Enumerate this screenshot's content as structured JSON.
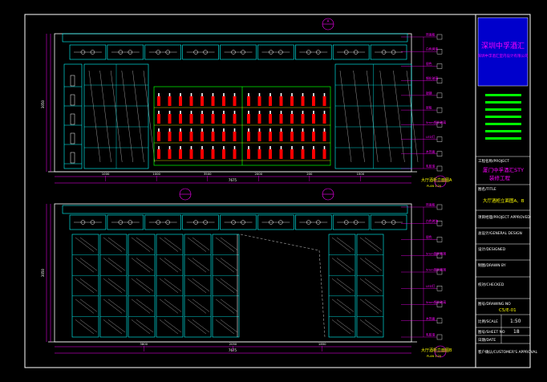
{
  "title_block": {
    "logo_line1": "深圳中孚酒汇",
    "logo_line2": "深圳中孚酒汇室内设计有限公司",
    "project_label": "工程名称/PROJECT",
    "project_name_1": "厦门中孚酒汇STY",
    "project_name_2": "装修工程",
    "title_label": "图名/TITLE",
    "drawing_title": "大厅酒柜立面图A、B",
    "project_approved": "项目经理/PROJECT APPROVED",
    "general_design": "总设计/GENERAL DESIGN",
    "design_label": "设计/DESIGNED",
    "drawn_by": "制图/DRAWN BY",
    "checked": "校对/CHECKED",
    "drawing_no_label": "图号/DRAWING NO",
    "drawing_no": "C5/E-01",
    "scale_label": "比例/SCALE",
    "scale": "1:50",
    "sheet_label": "图号/SHEET NO",
    "sheet": "18",
    "date_label": "日期/DATE",
    "customer_approval": "客户确认/CUSTOMER'S APPROVAL"
  },
  "elevation_top": {
    "caption": "大厅酒柜立面图A",
    "scale": "PLAN 1:20",
    "callouts": [
      "饰面板",
      "白色烤漆",
      "银色",
      [
        "钢化玻璃"
      ],
      "银镜",
      "层板",
      "5mm钢化玻璃",
      "LED灯",
      "木饰面",
      "乳胶漆"
    ],
    "dims": [
      "1000",
      "1000",
      "3500",
      "2000",
      "200",
      "1500"
    ],
    "total": "7675",
    "height": "3050"
  },
  "elevation_bottom": {
    "caption": "大厅酒柜立面图B",
    "scale": "PLAN 1:20",
    "callouts": [
      "饰面板",
      "白色烤漆",
      "银色",
      "5mm钢化玻璃",
      "5mm钢化玻璃",
      "LED灯",
      "5mm钢化玻璃",
      "木饰面",
      "乳胶漆"
    ],
    "dims": [
      "3800",
      "2050",
      "1850"
    ],
    "total": "7675",
    "height": "3050"
  },
  "colors": {
    "background": "#000000",
    "frame": "#ffffff",
    "line_cyan": "#00ffff",
    "line_green": "#00ff00",
    "line_magenta": "#ff00ff",
    "line_red": "#ff0000",
    "line_yellow": "#ffff00",
    "logo_blue": "#0000cc"
  }
}
